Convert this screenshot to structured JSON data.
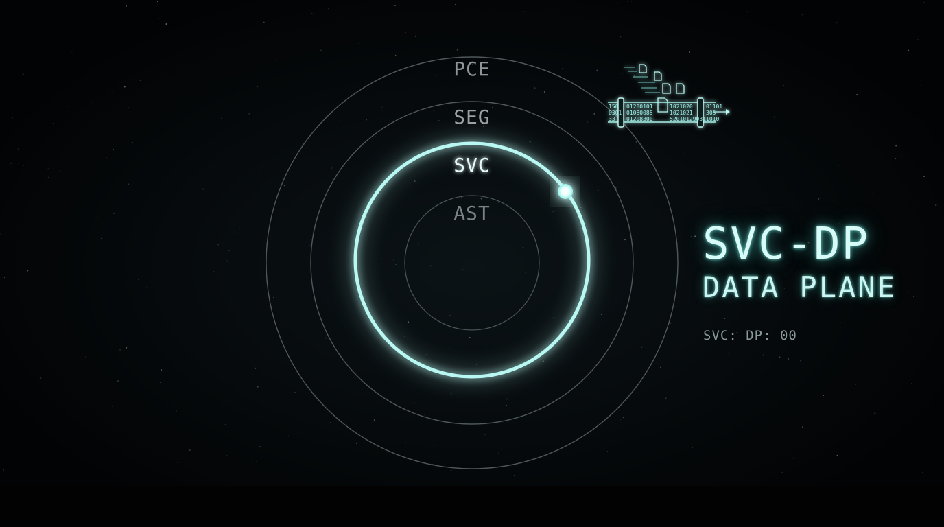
{
  "rings": {
    "outer_label": "PCE",
    "second_label": "SEG",
    "active_label": "SVC",
    "inner_label": "AST"
  },
  "title": {
    "main": "SVC-DP",
    "sub": "DATA PLANE"
  },
  "status": {
    "text": "SVC: DP: 00"
  },
  "pipeline": {
    "bits_left": [
      "150",
      "0301",
      "33"
    ],
    "bits_mid_left": [
      "01200101",
      "01080085",
      "01208300"
    ],
    "bits_mid_right": [
      "1021020",
      "1021021",
      "52010129031"
    ],
    "bits_right": [
      "01101",
      "305",
      "1010"
    ]
  },
  "colors": {
    "accent_glow": "#aef6f0",
    "ring_dim": "#5e6668",
    "background": "#020304"
  }
}
